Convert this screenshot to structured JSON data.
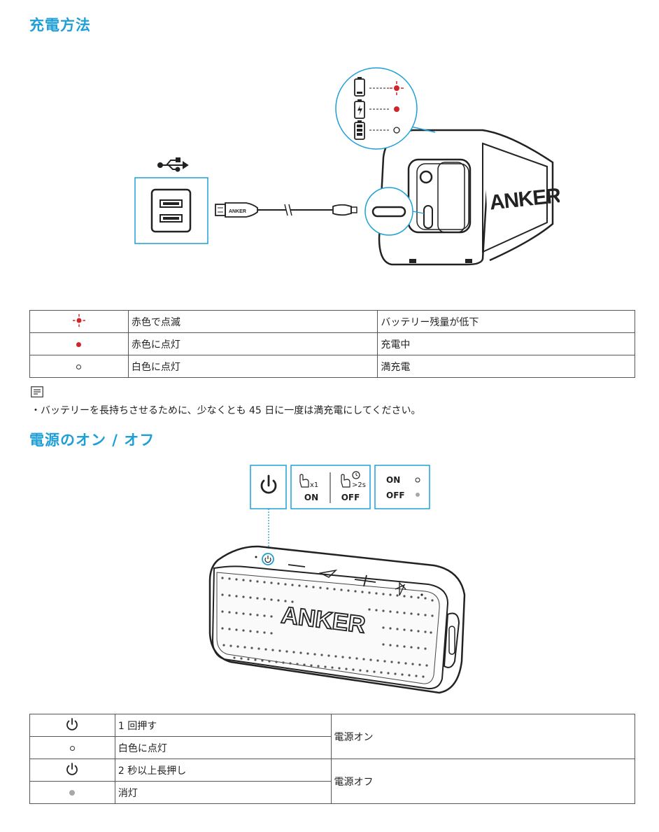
{
  "charging": {
    "heading": "充電方法",
    "brand": "ANKER",
    "cable_brand": "ANKER",
    "rows": [
      {
        "icon": "red-blink-icon",
        "state": "赤色で点滅",
        "meaning": "バッテリー残量が低下"
      },
      {
        "icon": "red-dot-icon",
        "state": "赤色に点灯",
        "meaning": "充電中"
      },
      {
        "icon": "white-dot-icon",
        "state": "白色に点灯",
        "meaning": "満充電"
      }
    ],
    "note_icon": "note-icon",
    "note": "・バッテリーを長持ちさせるために、少なくとも 45 日に一度は満充電にしてください。"
  },
  "power": {
    "heading": "電源のオン / オフ",
    "brand": "ANKER",
    "callout": {
      "press_count": "x1",
      "on_label": "ON",
      "hold_time": ">2s",
      "off_label": "OFF",
      "legend_on": "ON",
      "legend_off": "OFF"
    },
    "rows": [
      {
        "icon": "power-icon",
        "action": "1 回押す"
      },
      {
        "icon": "white-dot-icon",
        "action": "白色に点灯"
      },
      {
        "icon": "power-icon",
        "action": "2 秒以上長押し"
      },
      {
        "icon": "grey-dot-icon",
        "action": "消灯"
      }
    ],
    "results": [
      "電源オン",
      "電源オフ"
    ]
  },
  "colors": {
    "accent": "#1f9fd8",
    "red": "#d0262b",
    "grey_dot": "#a8a8a8"
  }
}
